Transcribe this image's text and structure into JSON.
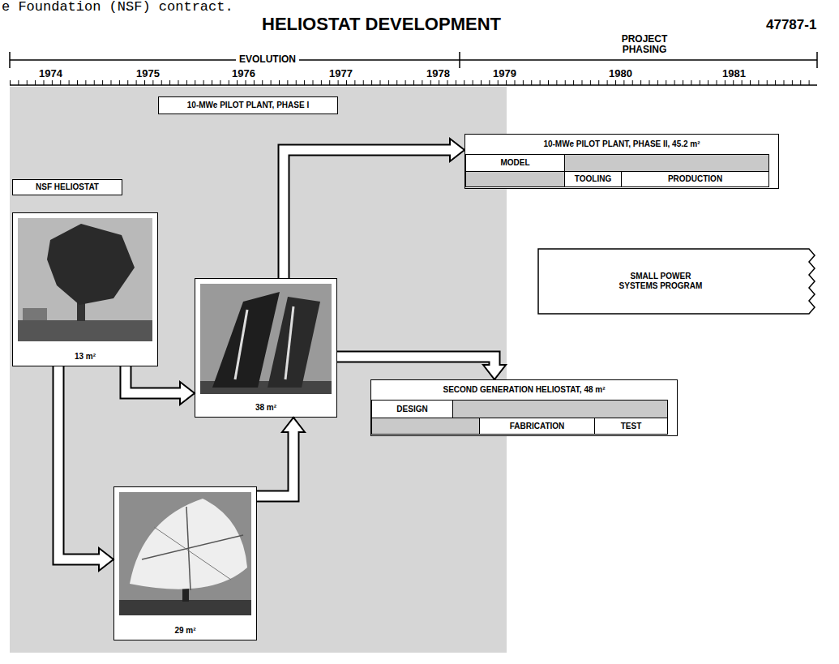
{
  "diagram": {
    "title": "HELIOSTAT DEVELOPMENT",
    "nodes": [
      {
        "text": [
          "10-MWe PILOT PLANT, PHASE I"
        ]
      },
      {
        "text": [
          "10-MWe PILOT PLANT, PHASE II, 45.2 m²"
        ]
      },
      {
        "text": [
          "MODEL"
        ],
        "in": 1
      },
      {
        "text": [
          "TOOLING"
        ],
        "in": 1
      },
      {
        "text": [
          "PRODUCTION"
        ],
        "in": 1
      },
      {
        "text": [
          "NSF HELIOSTAT"
        ]
      },
      {
        "text": [
          "13 m²"
        ]
      },
      {
        "text": [
          "38 m²"
        ]
      },
      {
        "text": [
          "SMALL POWER SYSTEMS PROGRAM"
        ]
      },
      {
        "text": [
          "SECOND GENERATION HELIOSTAT, 48 m²"
        ]
      },
      {
        "text": [
          "DESIGN"
        ],
        "in": 9
      },
      {
        "text": [
          "FABRICATION"
        ],
        "in": 9
      },
      {
        "text": [
          "TEST"
        ],
        "in": 9
      },
      {
        "text": [
          "29 m²"
        ]
      }
    ],
    "edges": [
      {
        "from": 6,
        "to": 7,
        "arrow": "to"
      },
      {
        "from": 6,
        "to": 13,
        "arrow": "to"
      },
      {
        "from": 13,
        "to": 7,
        "arrow": "to"
      },
      {
        "from": 7,
        "to": 1,
        "arrow": "to"
      },
      {
        "from": 7,
        "to": 9,
        "arrow": "to"
      }
    ],
    "labels": [
      "e Foundation (NSF) contract.",
      "47787-1",
      "EVOLUTION",
      "PROJECT PHASING",
      "1974",
      "1975",
      "1976",
      "1977",
      "1978",
      "1979",
      "1980",
      "1981"
    ]
  }
}
